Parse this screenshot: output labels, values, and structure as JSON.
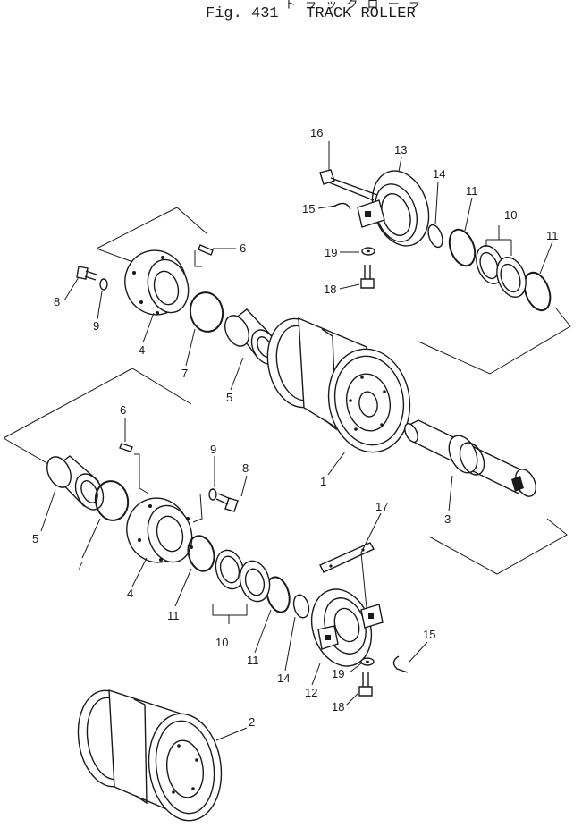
{
  "figure": {
    "japanese_title": "ト ラ ッ ク ロ ー ラ",
    "number": "Fig. 431",
    "title": "TRACK ROLLER"
  },
  "callouts": {
    "c1": "1",
    "c2": "2",
    "c3": "3",
    "c4a": "4",
    "c4b": "4",
    "c5a": "5",
    "c5b": "5",
    "c6a": "6",
    "c6b": "6",
    "c7a": "7",
    "c7b": "7",
    "c8a": "8",
    "c8b": "8",
    "c9a": "9",
    "c9b": "9",
    "c10a": "10",
    "c10b": "10",
    "c11a": "11",
    "c11b": "11",
    "c11c": "11",
    "c11d": "11",
    "c12": "12",
    "c13": "13",
    "c14a": "14",
    "c14b": "14",
    "c15a": "15",
    "c15b": "15",
    "c16": "16",
    "c17": "17",
    "c18a": "18",
    "c18b": "18",
    "c19a": "19",
    "c19b": "19"
  }
}
